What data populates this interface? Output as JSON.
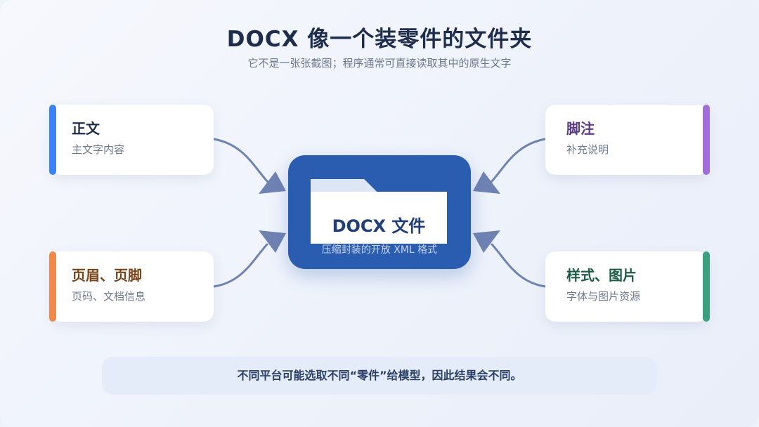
{
  "header": {
    "title": "DOCX 像一个装零件的文件夹",
    "subtitle": "它不是一张张截图；程序通常可直接读取其中的原生文字"
  },
  "center": {
    "title": "DOCX 文件",
    "subtitle": "压缩封装的开放 XML 格式",
    "icon": "folder-icon",
    "color": "#2a5db0"
  },
  "cards": {
    "body_text": {
      "title": "正文",
      "desc": "主文字内容",
      "accent": "#3b82f6",
      "title_color": "#1f2d4d"
    },
    "footnotes": {
      "title": "脚注",
      "desc": "补充说明",
      "accent": "#a26cdb",
      "title_color": "#5b3a86"
    },
    "header_footer": {
      "title": "页眉、页脚",
      "desc": "页码、文档信息",
      "accent": "#f08a4b",
      "title_color": "#7a4418"
    },
    "styles_images": {
      "title": "样式、图片",
      "desc": "字体与图片资源",
      "accent": "#3aa17e",
      "title_color": "#1e5c48"
    }
  },
  "footer": {
    "note": "不同平台可能选取不同“零件”给模型，因此结果会不同。"
  }
}
